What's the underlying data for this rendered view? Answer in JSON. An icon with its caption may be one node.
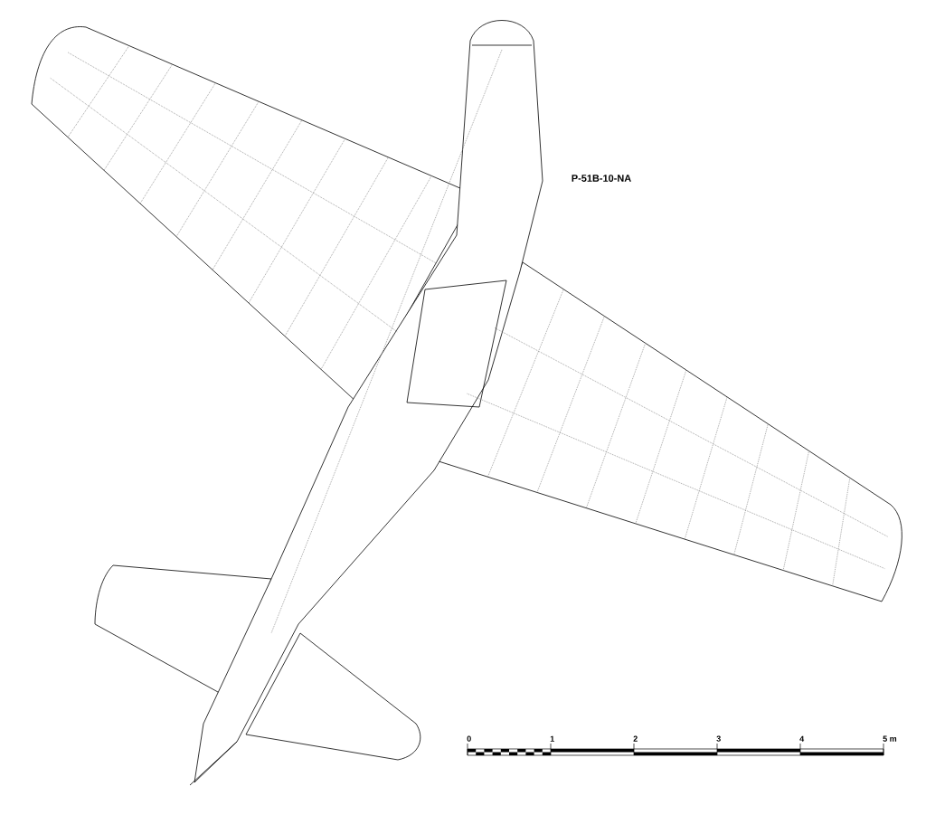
{
  "diagram": {
    "title": "P-51B-10-NA",
    "labels": [
      "0",
      "1",
      "2",
      "3",
      "4",
      "5 m"
    ]
  }
}
